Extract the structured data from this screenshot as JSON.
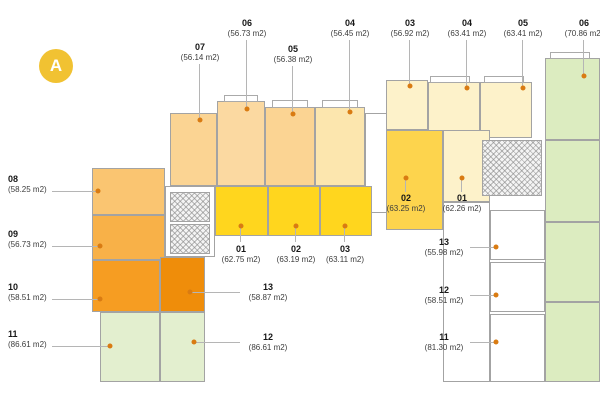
{
  "badge": {
    "label": "A",
    "bg": "#f1c232"
  },
  "palette": {
    "orange_light": "#fac571",
    "orange_mid": "#f8b148",
    "orange_deep": "#f69d22",
    "orange_bright": "#ef8d0a",
    "peach": "#fbd493",
    "peach2": "#fbd9a1",
    "cream_yellow": "#fce6ae",
    "yellow": "#ffd61e",
    "yellow_mid": "#fdd44d",
    "cream": "#fdf2ca",
    "green": "#dcecc0",
    "green_pale": "#e3efcf",
    "white_unit": "#ffffff",
    "corridor": "#ffffff",
    "dot": "#d97b12"
  },
  "labels": [
    {
      "num": "06",
      "area": "(56.73 m2)"
    },
    {
      "num": "04",
      "area": "(56.45 m2)"
    },
    {
      "num": "03",
      "area": "(56.92 m2)"
    },
    {
      "num": "04",
      "area": "(63.41 m2)"
    },
    {
      "num": "05",
      "area": "(63.41 m2)"
    },
    {
      "num": "06",
      "area": "(70.86 m2)"
    },
    {
      "num": "07",
      "area": "(56.14 m2)"
    },
    {
      "num": "05",
      "area": "(56.38 m2)"
    },
    {
      "num": "08",
      "area": "(58.25 m2)"
    },
    {
      "num": "09",
      "area": "(56.73 m2)"
    },
    {
      "num": "10",
      "area": "(58.51 m2)"
    },
    {
      "num": "11",
      "area": "(86.61 m2)"
    },
    {
      "num": "01",
      "area": "(62.75 m2)"
    },
    {
      "num": "02",
      "area": "(63.19 m2)"
    },
    {
      "num": "03",
      "area": "(63.11 m2)"
    },
    {
      "num": "13",
      "area": "(58.87 m2)"
    },
    {
      "num": "12",
      "area": "(86.61 m2)"
    },
    {
      "num": "02",
      "area": "(63.25 m2)"
    },
    {
      "num": "01",
      "area": "(62.26 m2)"
    },
    {
      "num": "13",
      "area": "(55.98 m2)"
    },
    {
      "num": "12",
      "area": "(58.51 m2)"
    },
    {
      "num": "11",
      "area": "(81.30 m2)"
    }
  ]
}
